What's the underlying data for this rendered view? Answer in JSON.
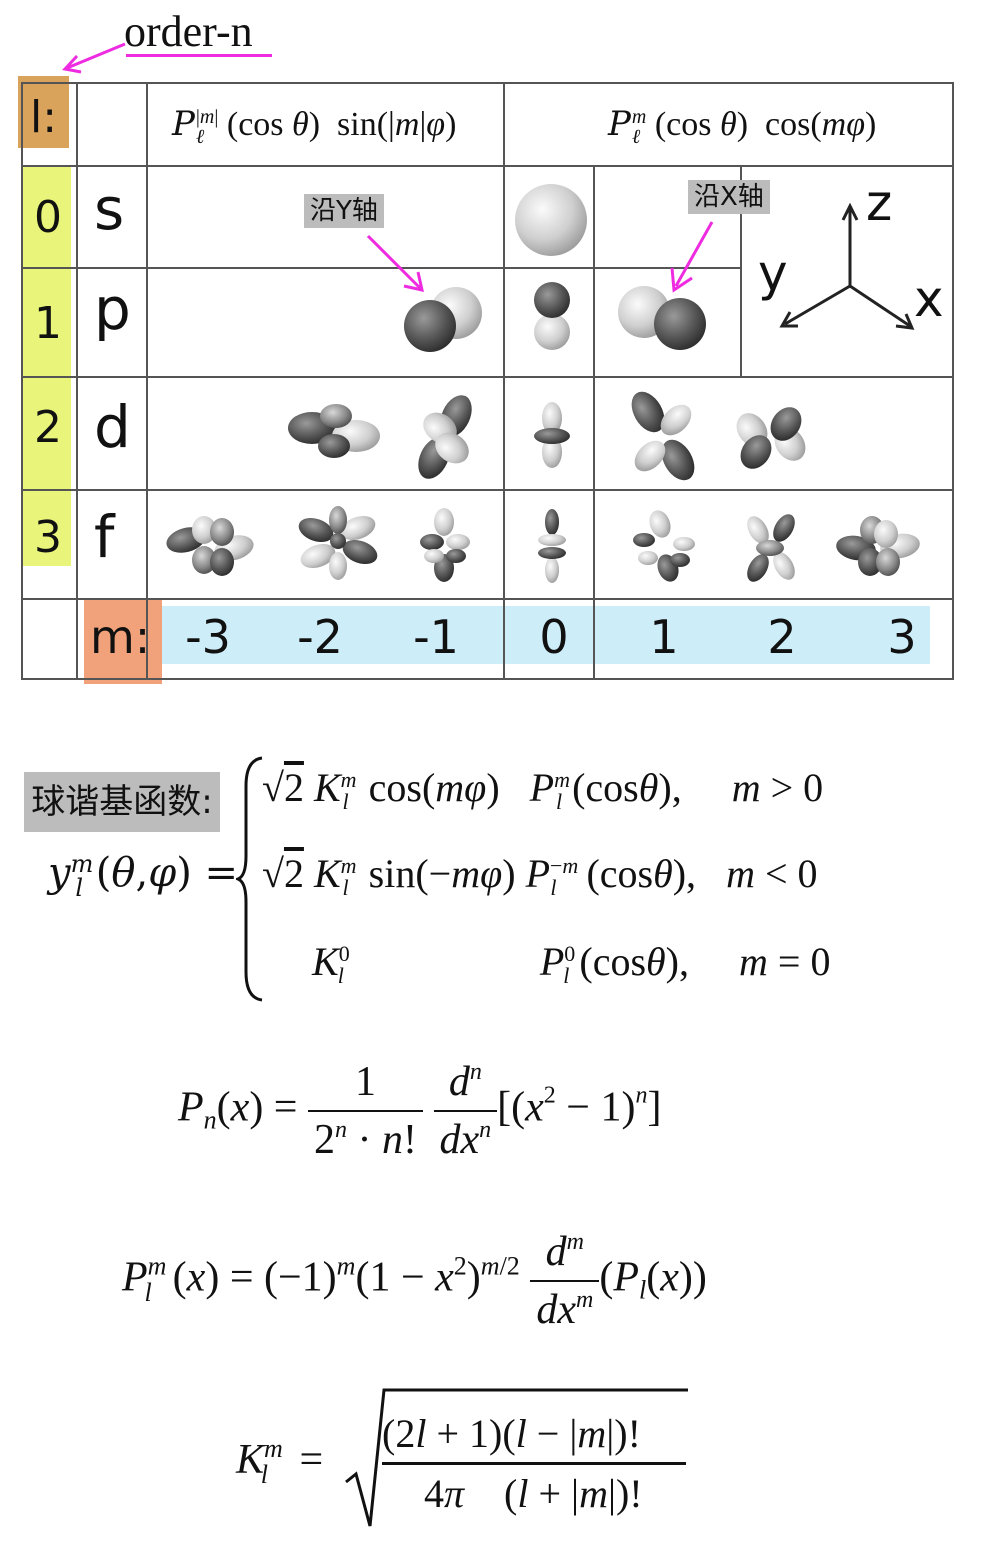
{
  "header": {
    "order_label": "order-n"
  },
  "table": {
    "l_header": "l:",
    "rows": [
      {
        "l": "0",
        "letter": "s"
      },
      {
        "l": "1",
        "letter": "p"
      },
      {
        "l": "2",
        "letter": "d"
      },
      {
        "l": "3",
        "letter": "f"
      }
    ],
    "m_header": "m:",
    "m_values": [
      "-3",
      "-2",
      "-1",
      "0",
      "1",
      "2",
      "3"
    ],
    "callout_y": "沿Y轴",
    "callout_x": "沿X轴",
    "axes": {
      "z": "z",
      "y": "y",
      "x": "x"
    },
    "colors": {
      "l_column": "#e9f57a",
      "l_header": "#d9a35c",
      "m_header": "#f2a27a",
      "m_row": "#cdeef8",
      "arrow": "#ee2be0",
      "callout_bg": "#bcbcbc"
    }
  },
  "formulas": {
    "sh_label": "球谐基函数:"
  }
}
